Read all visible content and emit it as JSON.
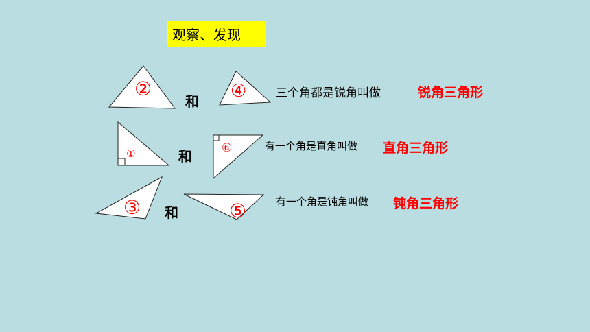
{
  "slide": {
    "title": "观察、发现",
    "colors": {
      "background": "#b9dde0",
      "title_bg": "#ffff00",
      "accent": "#ff0000"
    }
  },
  "rows": [
    {
      "left_num": "②",
      "right_num": "④",
      "and": "和",
      "description": "三个角都是锐角叫做",
      "term": "锐角三角形"
    },
    {
      "left_num": "①",
      "right_num": "⑥",
      "and": "和",
      "description": "有一个角是直角叫做",
      "term": "直角三角形"
    },
    {
      "left_num": "③",
      "right_num": "⑤",
      "and": "和",
      "description": "有一个角是钝角叫做",
      "term": "钝角三角形"
    }
  ]
}
